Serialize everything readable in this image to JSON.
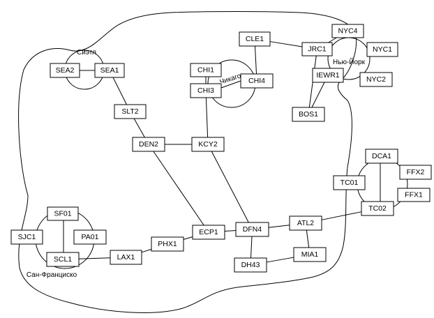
{
  "nodes": [
    {
      "id": "SEA2",
      "label": "SEA2"
    },
    {
      "id": "SEA1",
      "label": "SEA1"
    },
    {
      "id": "SLT2",
      "label": "SLT2"
    },
    {
      "id": "DEN2",
      "label": "DEN2"
    },
    {
      "id": "KCY2",
      "label": "KCY2"
    },
    {
      "id": "CHI1",
      "label": "CHI1"
    },
    {
      "id": "CHI3",
      "label": "CHI3"
    },
    {
      "id": "CHI4",
      "label": "CHI4"
    },
    {
      "id": "CLE1",
      "label": "CLE1"
    },
    {
      "id": "JRC1",
      "label": "JRC1"
    },
    {
      "id": "NYC4",
      "label": "NYC4"
    },
    {
      "id": "NYC1",
      "label": "NYC1"
    },
    {
      "id": "NYC2",
      "label": "NYC2"
    },
    {
      "id": "IEWR1",
      "label": "IEWR1"
    },
    {
      "id": "BOS1",
      "label": "BOS1"
    },
    {
      "id": "DCA1",
      "label": "DCA1"
    },
    {
      "id": "FFX2",
      "label": "FFX2"
    },
    {
      "id": "TC01",
      "label": "TC01"
    },
    {
      "id": "FFX1",
      "label": "FFX1"
    },
    {
      "id": "TC02",
      "label": "TC02"
    },
    {
      "id": "SF01",
      "label": "SF01"
    },
    {
      "id": "SJC1",
      "label": "SJC1"
    },
    {
      "id": "PA01",
      "label": "PA01"
    },
    {
      "id": "SCL1",
      "label": "SCL1"
    },
    {
      "id": "LAX1",
      "label": "LAX1"
    },
    {
      "id": "PHX1",
      "label": "PHX1"
    },
    {
      "id": "ECP1",
      "label": "ECP1"
    },
    {
      "id": "DFN4",
      "label": "DFN4"
    },
    {
      "id": "DH43",
      "label": "DH43"
    },
    {
      "id": "ATL2",
      "label": "ATL2"
    },
    {
      "id": "MIA1",
      "label": "MIA1"
    }
  ],
  "links": [
    [
      "SEA1",
      "SLT2"
    ],
    [
      "SLT2",
      "DEN2"
    ],
    [
      "DEN2",
      "KCY2"
    ],
    [
      "DEN2",
      "ECP1"
    ],
    [
      "KCY2",
      "CHI3"
    ],
    [
      "KCY2",
      "DFN4"
    ],
    [
      "CLE1",
      "CHI4"
    ],
    [
      "CLE1",
      "JRC1"
    ],
    [
      "JRC1",
      "NYC4"
    ],
    [
      "JRC1",
      "BOS1"
    ],
    [
      "IEWR1",
      "BOS1"
    ],
    [
      "SCL1",
      "LAX1"
    ],
    [
      "LAX1",
      "PHX1"
    ],
    [
      "PHX1",
      "ECP1"
    ],
    [
      "ECP1",
      "DFN4"
    ],
    [
      "DFN4",
      "ATL2"
    ],
    [
      "DFN4",
      "DH43"
    ],
    [
      "DH43",
      "MIA1"
    ],
    [
      "ATL2",
      "MIA1"
    ],
    [
      "ATL2",
      "TC02"
    ]
  ],
  "cities": [
    {
      "id": "seattle",
      "label": "Сиэтл"
    },
    {
      "id": "chicago",
      "label": "Чикаго"
    },
    {
      "id": "newyork",
      "label": "Нью-Йорк"
    },
    {
      "id": "sanfrancisco",
      "label": "Сан-Франциско"
    }
  ]
}
